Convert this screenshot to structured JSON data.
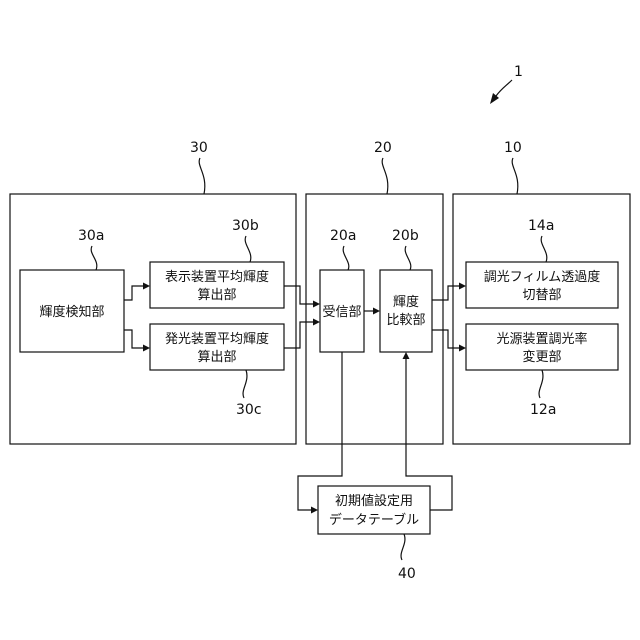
{
  "refs": {
    "system": "1",
    "unit_30": "30",
    "unit_20": "20",
    "unit_10": "10",
    "r30a": "30a",
    "r30b": "30b",
    "r30c": "30c",
    "r20a": "20a",
    "r20b": "20b",
    "r14a": "14a",
    "r12a": "12a",
    "r40": "40"
  },
  "blocks": {
    "luminance_detector": "輝度検知部",
    "display_avg_line1": "表示装置平均輝度",
    "display_avg_line2": "算出部",
    "emitter_avg_line1": "発光装置平均輝度",
    "emitter_avg_line2": "算出部",
    "receiver": "受信部",
    "comparator_line1": "輝度",
    "comparator_line2": "比較部",
    "film_switch_line1": "調光フィルム透過度",
    "film_switch_line2": "切替部",
    "dimming_changer_line1": "光源装置調光率",
    "dimming_changer_line2": "変更部",
    "initial_table_line1": "初期値設定用",
    "initial_table_line2": "データテーブル"
  }
}
